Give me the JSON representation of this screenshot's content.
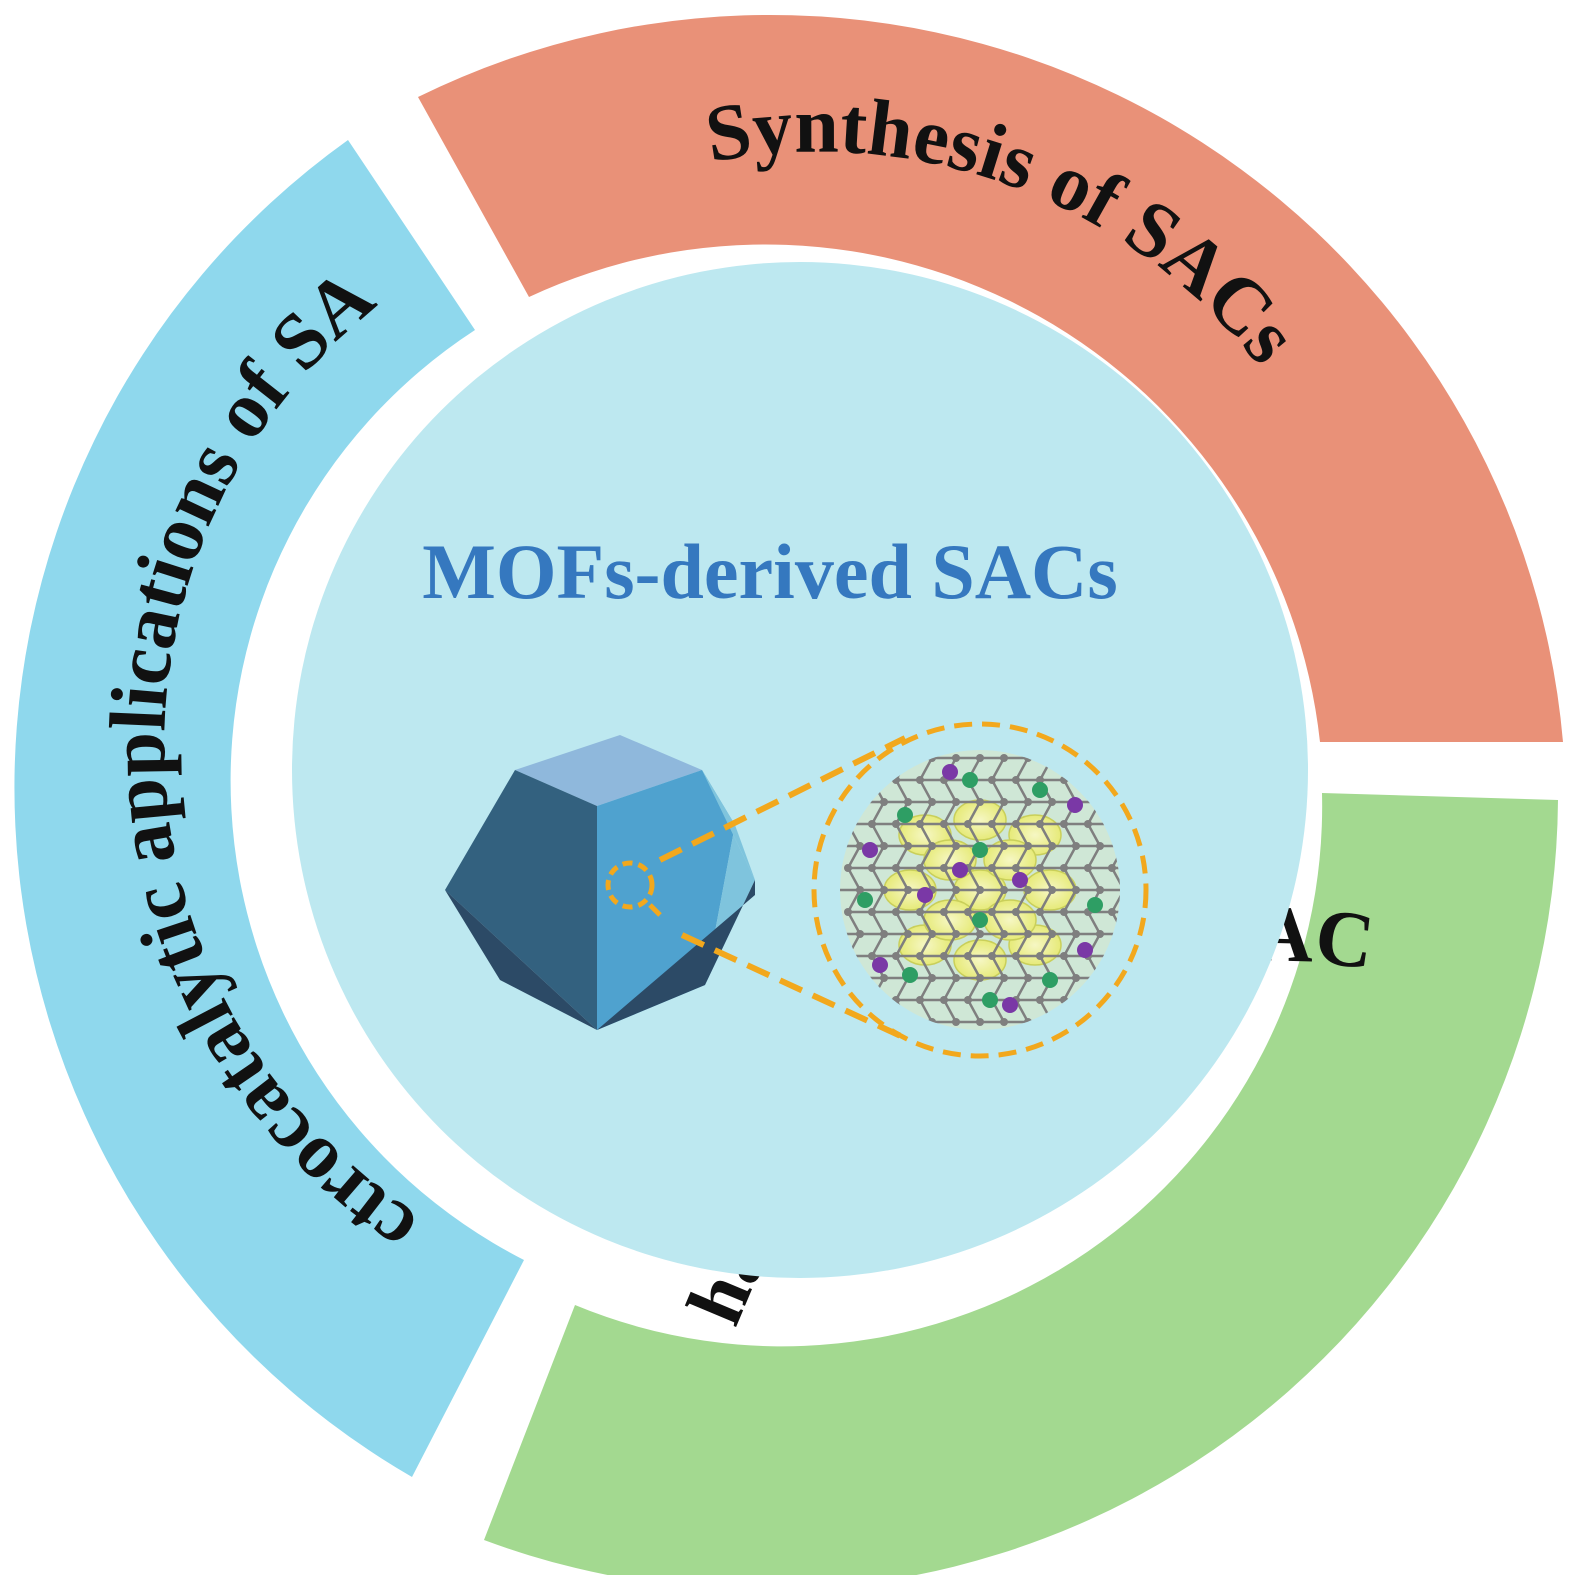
{
  "center": {
    "title": "MOFs-derived SACs"
  },
  "segments": [
    {
      "id": "synthesis",
      "label": "Synthesis of SACs"
    },
    {
      "id": "characterization",
      "label": "Characterization of SACs"
    },
    {
      "id": "applications",
      "label": "Electrocatalytic applications of SACs"
    }
  ],
  "colors": {
    "synthesis": "#e99178",
    "characterization": "#a3d990",
    "applications": "#8fd8ed",
    "center_disc": "#bde8f0",
    "center_title": "#3578bf",
    "segment_text": "#111111",
    "dashed_connector": "#f2a81d",
    "crystal_dark": "#2c4a66",
    "crystal_mid": "#33617f",
    "crystal_light": "#4fa2cf",
    "crystal_pale": "#7fc4dd",
    "crystal_top": "#8fb8dc",
    "atom_green": "#2e9e64",
    "atom_purple": "#7a38a6",
    "framework_gray": "#7f7f7f",
    "pore_yellow": "#eef08c"
  },
  "icons": [
    "rhombic-dodecahedron-crystal-icon",
    "magnified-framework-structure-icon"
  ]
}
